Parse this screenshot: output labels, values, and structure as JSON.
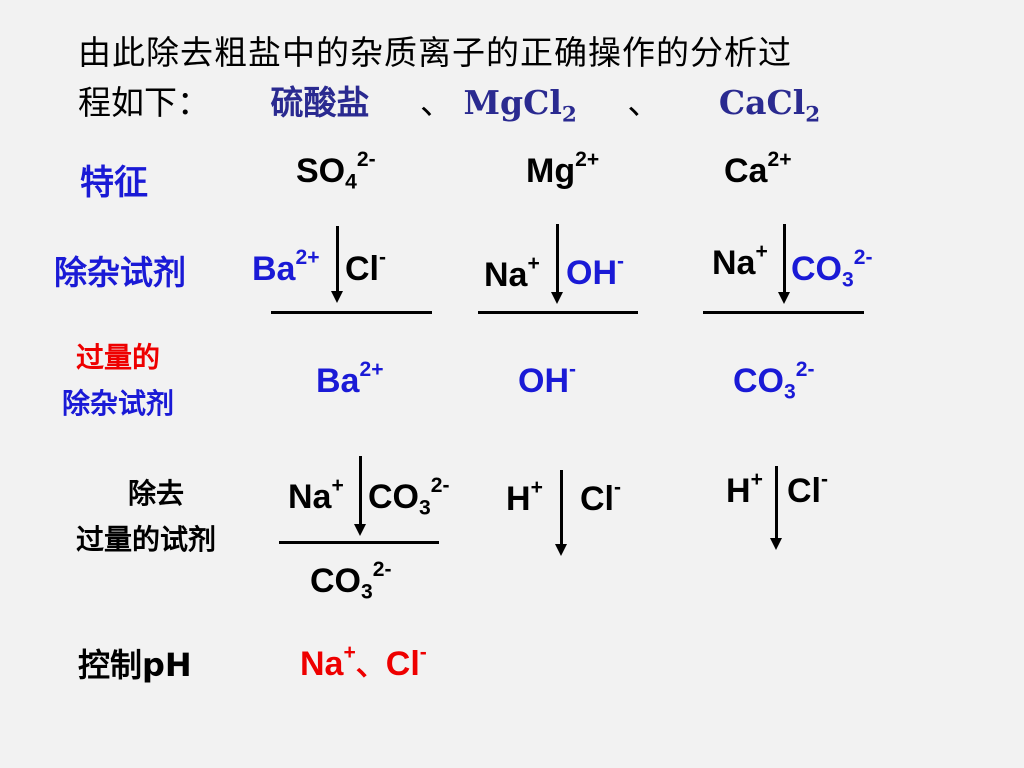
{
  "intro": {
    "line1": "由此除去粗盐中的杂质离子的正确操作的分析过",
    "line2_prefix": "程如下：",
    "sulfate": "硫酸盐",
    "sep1": "、",
    "mgcl": "MgCl",
    "mgcl_sub": "2",
    "sep2": "、",
    "cacl": "CaCl",
    "cacl_sub": "2"
  },
  "row_labels": {
    "feature": "特征",
    "reagent": "除杂试剂",
    "excess_line1": "过量的",
    "excess_line2": "除杂试剂",
    "remove_line1": "除去",
    "remove_line2": "过量的试剂",
    "ph": "控制pH"
  },
  "features": {
    "so4": {
      "base": "SO",
      "sub": "4",
      "sup": "2-"
    },
    "mg": {
      "base": "Mg",
      "sup": "2+"
    },
    "ca": {
      "base": "Ca",
      "sup": "2+"
    }
  },
  "reagents": {
    "bacl": {
      "left_base": "Ba",
      "left_sup": "2+",
      "right_base": "Cl",
      "right_sup": "-"
    },
    "naoh": {
      "left_base": "Na",
      "left_sup": "+",
      "right_base": "OH",
      "right_sup": "-"
    },
    "naco3": {
      "left_base": "Na",
      "left_sup": "+",
      "right_base": "CO",
      "right_sub": "3",
      "right_sup": "2-"
    }
  },
  "excess": {
    "ba": {
      "base": "Ba",
      "sup": "2+"
    },
    "oh": {
      "base": "OH",
      "sup": "-"
    },
    "co3": {
      "base": "CO",
      "sub": "3",
      "sup": "2-"
    }
  },
  "removal": {
    "naco3": {
      "left_base": "Na",
      "left_sup": "+",
      "right_base": "CO",
      "right_sub": "3",
      "right_sup": "2-"
    },
    "co3_result": {
      "base": "CO",
      "sub": "3",
      "sup": "2-"
    },
    "hcl1": {
      "left_base": "H",
      "left_sup": "+",
      "right_base": "Cl",
      "right_sup": "-"
    },
    "hcl2": {
      "left_base": "H",
      "left_sup": "+",
      "right_base": "Cl",
      "right_sup": "-"
    }
  },
  "final": {
    "na": "Na",
    "na_sup": "+",
    "sep": "、",
    "cl": "Cl",
    "cl_sup": "-"
  },
  "colors": {
    "blue": "#1a1ad6",
    "dark_blue": "#2a2a90",
    "red": "#ee0000"
  }
}
